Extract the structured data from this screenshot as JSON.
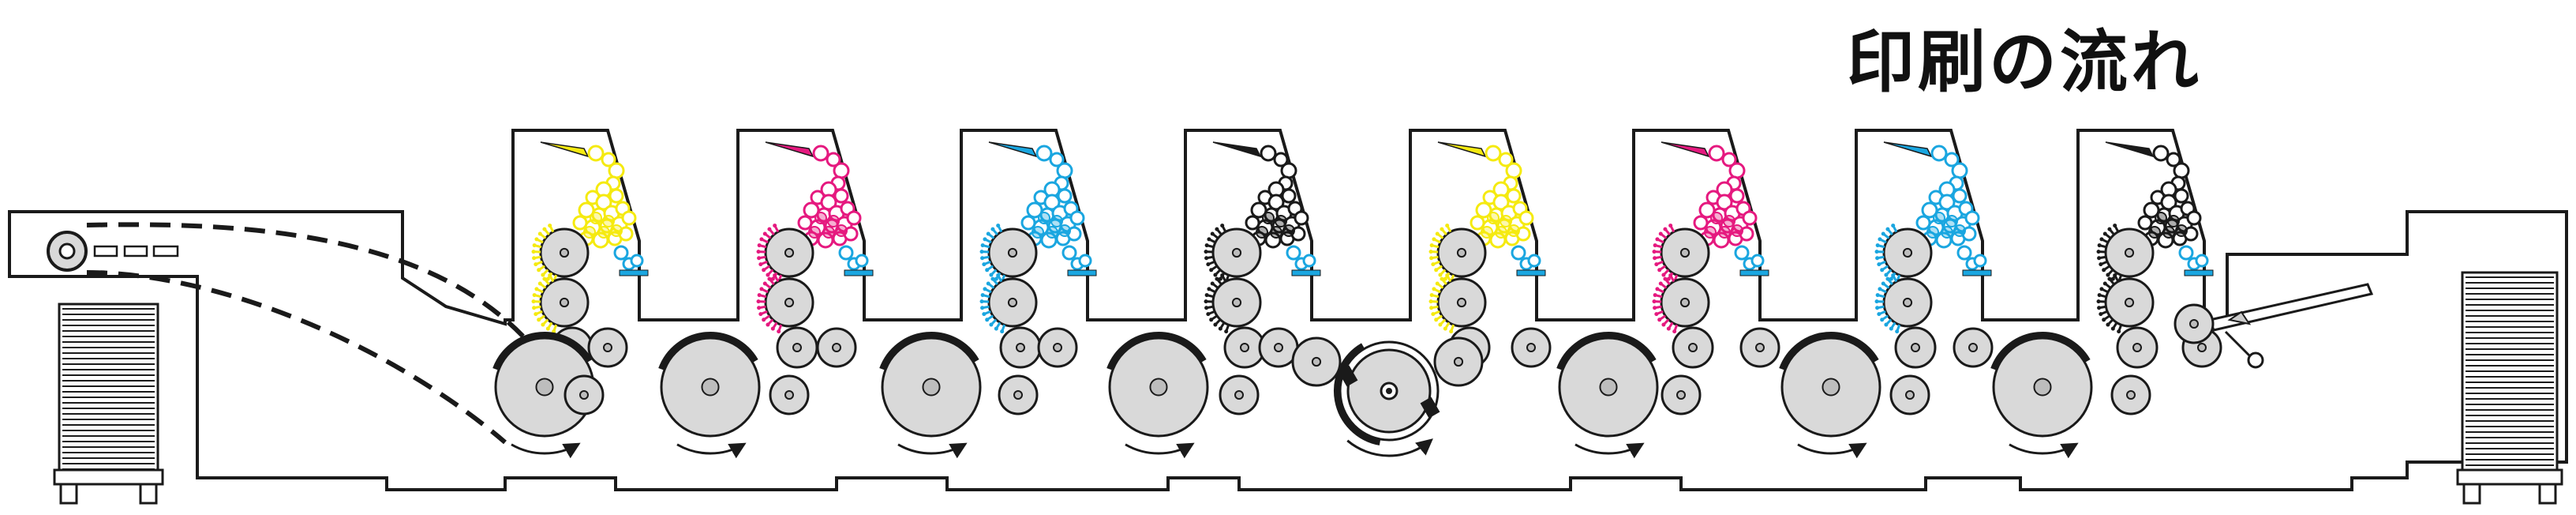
{
  "title": "印刷の流れ",
  "colors": {
    "outline": "#1a1a1a",
    "cylinder_fill": "#d9d9d9",
    "yellow": "#f5ea10",
    "magenta": "#e5197f",
    "cyan": "#1aa6e0",
    "black": "#1a1a1a",
    "watermark": "#efefef"
  },
  "units": [
    {
      "ink": "yellow"
    },
    {
      "ink": "magenta"
    },
    {
      "ink": "cyan"
    },
    {
      "ink": "black"
    },
    {
      "ink": "yellow"
    },
    {
      "ink": "magenta"
    },
    {
      "ink": "cyan"
    },
    {
      "ink": "black"
    }
  ],
  "icons": [
    "feeder-roller-icon",
    "paper-stack-icon",
    "delivery-stack-icon",
    "sheet-flip-drum-icon",
    "delivery-gripper-icon"
  ]
}
